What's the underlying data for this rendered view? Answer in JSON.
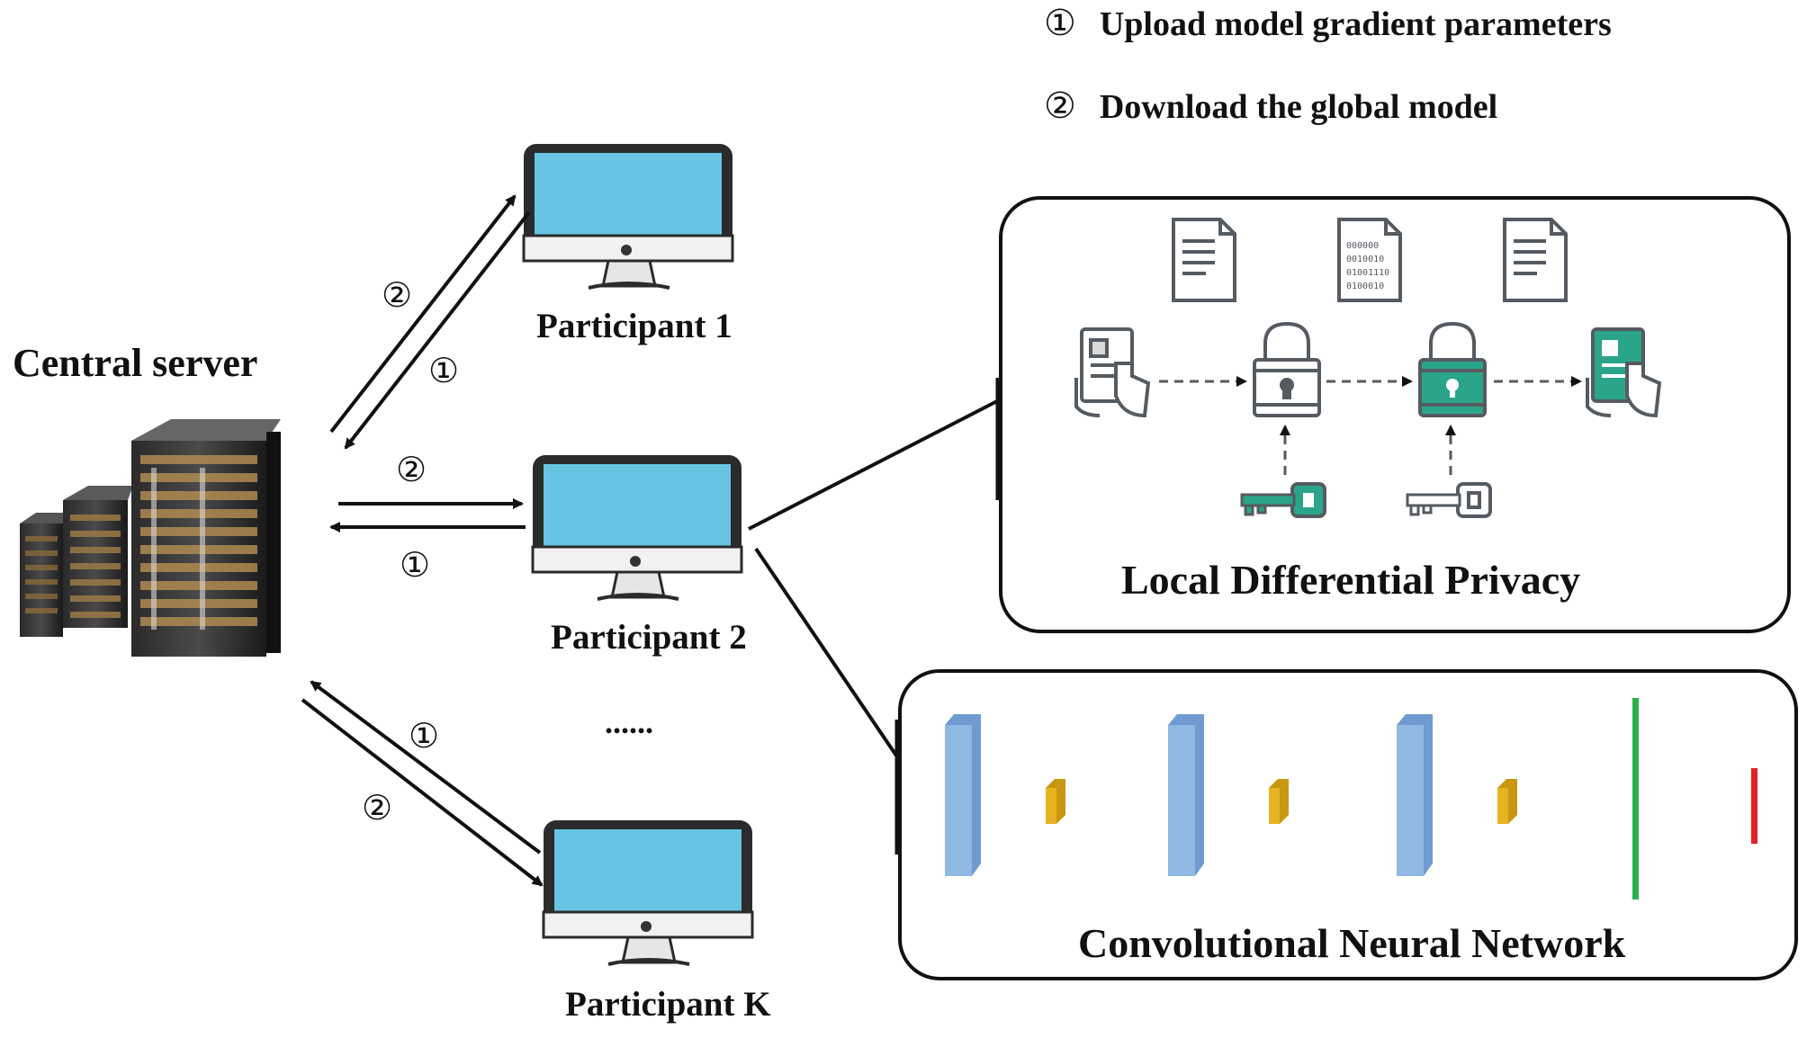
{
  "legend": {
    "items": [
      {
        "marker": "①",
        "text": "Upload model gradient parameters"
      },
      {
        "marker": "②",
        "text": "Download the global model"
      }
    ]
  },
  "server": {
    "label": "Central server",
    "icon": "server-rack-icon"
  },
  "participants": [
    {
      "label": "Participant 1",
      "icon": "monitor-icon"
    },
    {
      "label": "Participant 2",
      "icon": "monitor-icon"
    },
    {
      "label": "Participant K",
      "icon": "monitor-icon"
    }
  ],
  "ellipsis": "......",
  "arrow_markers": {
    "p1_download": "②",
    "p1_upload": "①",
    "p2_download": "②",
    "p2_upload": "①",
    "pk_upload": "①",
    "pk_download": "②"
  },
  "ldp_panel": {
    "title": "Local Differential Privacy",
    "document_binary_text": [
      "000000",
      "0010010",
      "01001110",
      "0100010"
    ]
  },
  "cnn_panel": {
    "title": "Convolutional Neural Network"
  },
  "colors": {
    "screen": "#67c5e3",
    "teal": "#2aa58a",
    "icon_gray": "#555b61",
    "conv_layer": "#8fb8e3",
    "pool_layer": "#e8b323",
    "fc_green": "#28b04a",
    "output_red": "#e62025"
  }
}
